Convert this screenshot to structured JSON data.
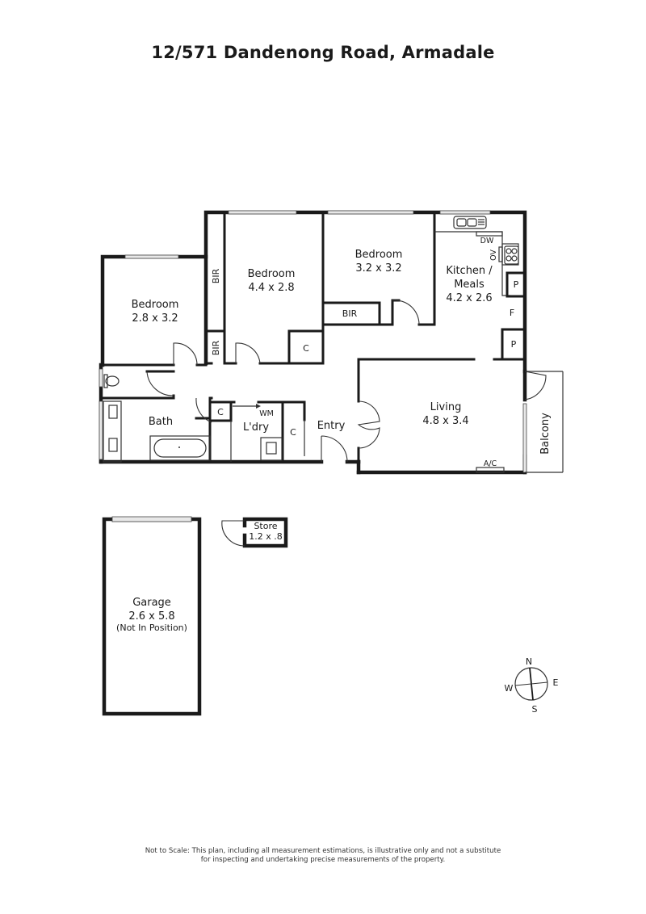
{
  "header": {
    "title": "12/571 Dandenong Road, Armadale"
  },
  "rooms": {
    "bedroom_west": {
      "name": "Bedroom",
      "size": "2.8 x 3.2"
    },
    "bedroom_middle": {
      "name": "Bedroom",
      "size": "4.4 x 2.8"
    },
    "bedroom_east": {
      "name": "Bedroom",
      "size": "3.2 x 3.2"
    },
    "kitchen": {
      "name_line1": "Kitchen /",
      "name_line2": "Meals",
      "size": "4.2 x 2.6"
    },
    "living": {
      "name": "Living",
      "size": "4.8 x 3.4"
    },
    "bath": {
      "name": "Bath"
    },
    "laundry": {
      "name": "L'dry"
    },
    "entry": {
      "name": "Entry"
    },
    "balcony": {
      "name": "Balcony"
    },
    "garage": {
      "name": "Garage",
      "size": "2.6 x 5.8",
      "note": "(Not In Position)"
    },
    "store": {
      "name": "Store",
      "size": "1.2 x .8"
    }
  },
  "fixtures": {
    "bir_upper": "BIR",
    "bir_lower": "BIR",
    "bir_east": "BIR",
    "cupboard_bed": "C",
    "cupboard_bath": "C",
    "cupboard_laundry": "C",
    "washing_machine": "WM",
    "dishwasher": "DW",
    "oven": "OV",
    "pantry_1": "P",
    "pantry_2": "P",
    "fridge": "F",
    "air_con": "A/C"
  },
  "compass": {
    "north": "N",
    "east": "E",
    "south": "S",
    "west": "W"
  },
  "footer": {
    "disclaimer_line1": "Not to Scale: This plan, including all measurement estimations, is illustrative only and not a substitute",
    "disclaimer_line2": "for inspecting and undertaking precise measurements of the property."
  }
}
